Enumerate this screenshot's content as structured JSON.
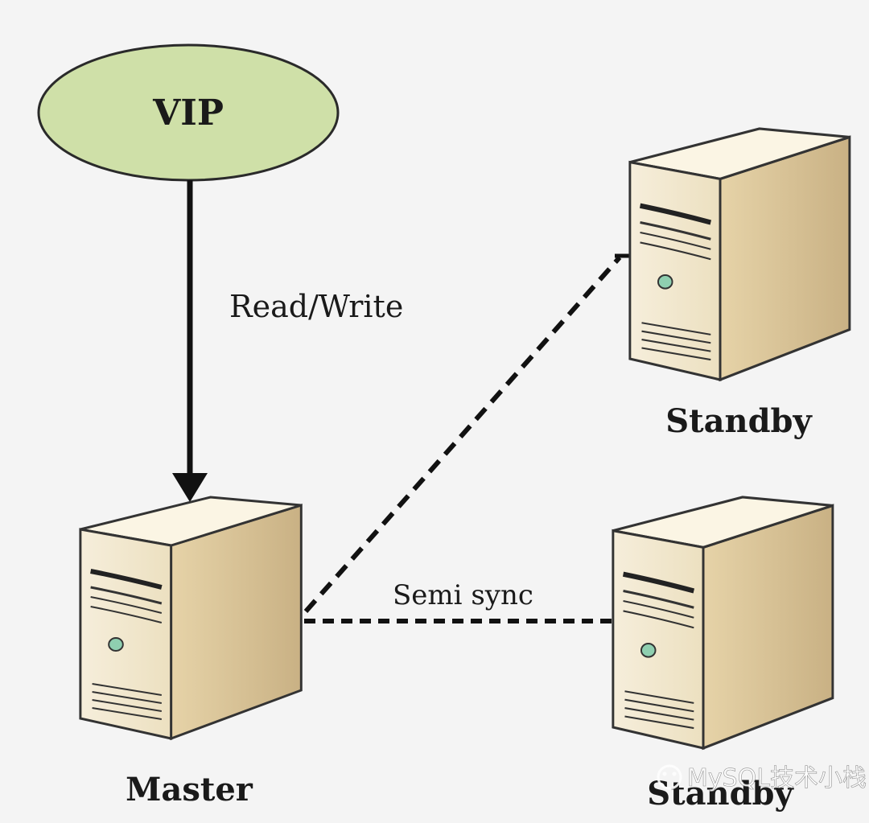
{
  "vip": {
    "label": "VIP"
  },
  "edges": {
    "vip_to_master_label": "Read/Write",
    "replication_label": "Semi sync"
  },
  "nodes": {
    "master": {
      "label": "Master"
    },
    "standby_top": {
      "label": "Standby"
    },
    "standby_bottom": {
      "label": "Standby"
    }
  },
  "watermark": {
    "text": "MySQL技术小栈"
  },
  "colors": {
    "background": "#f4f4f4",
    "vip_fill": "#cfe0a8",
    "server_front": "#f3ead2",
    "server_side": "#d9c49a",
    "server_top": "#fbf5e4",
    "line": "#111111",
    "led": "#8fcfb0"
  }
}
